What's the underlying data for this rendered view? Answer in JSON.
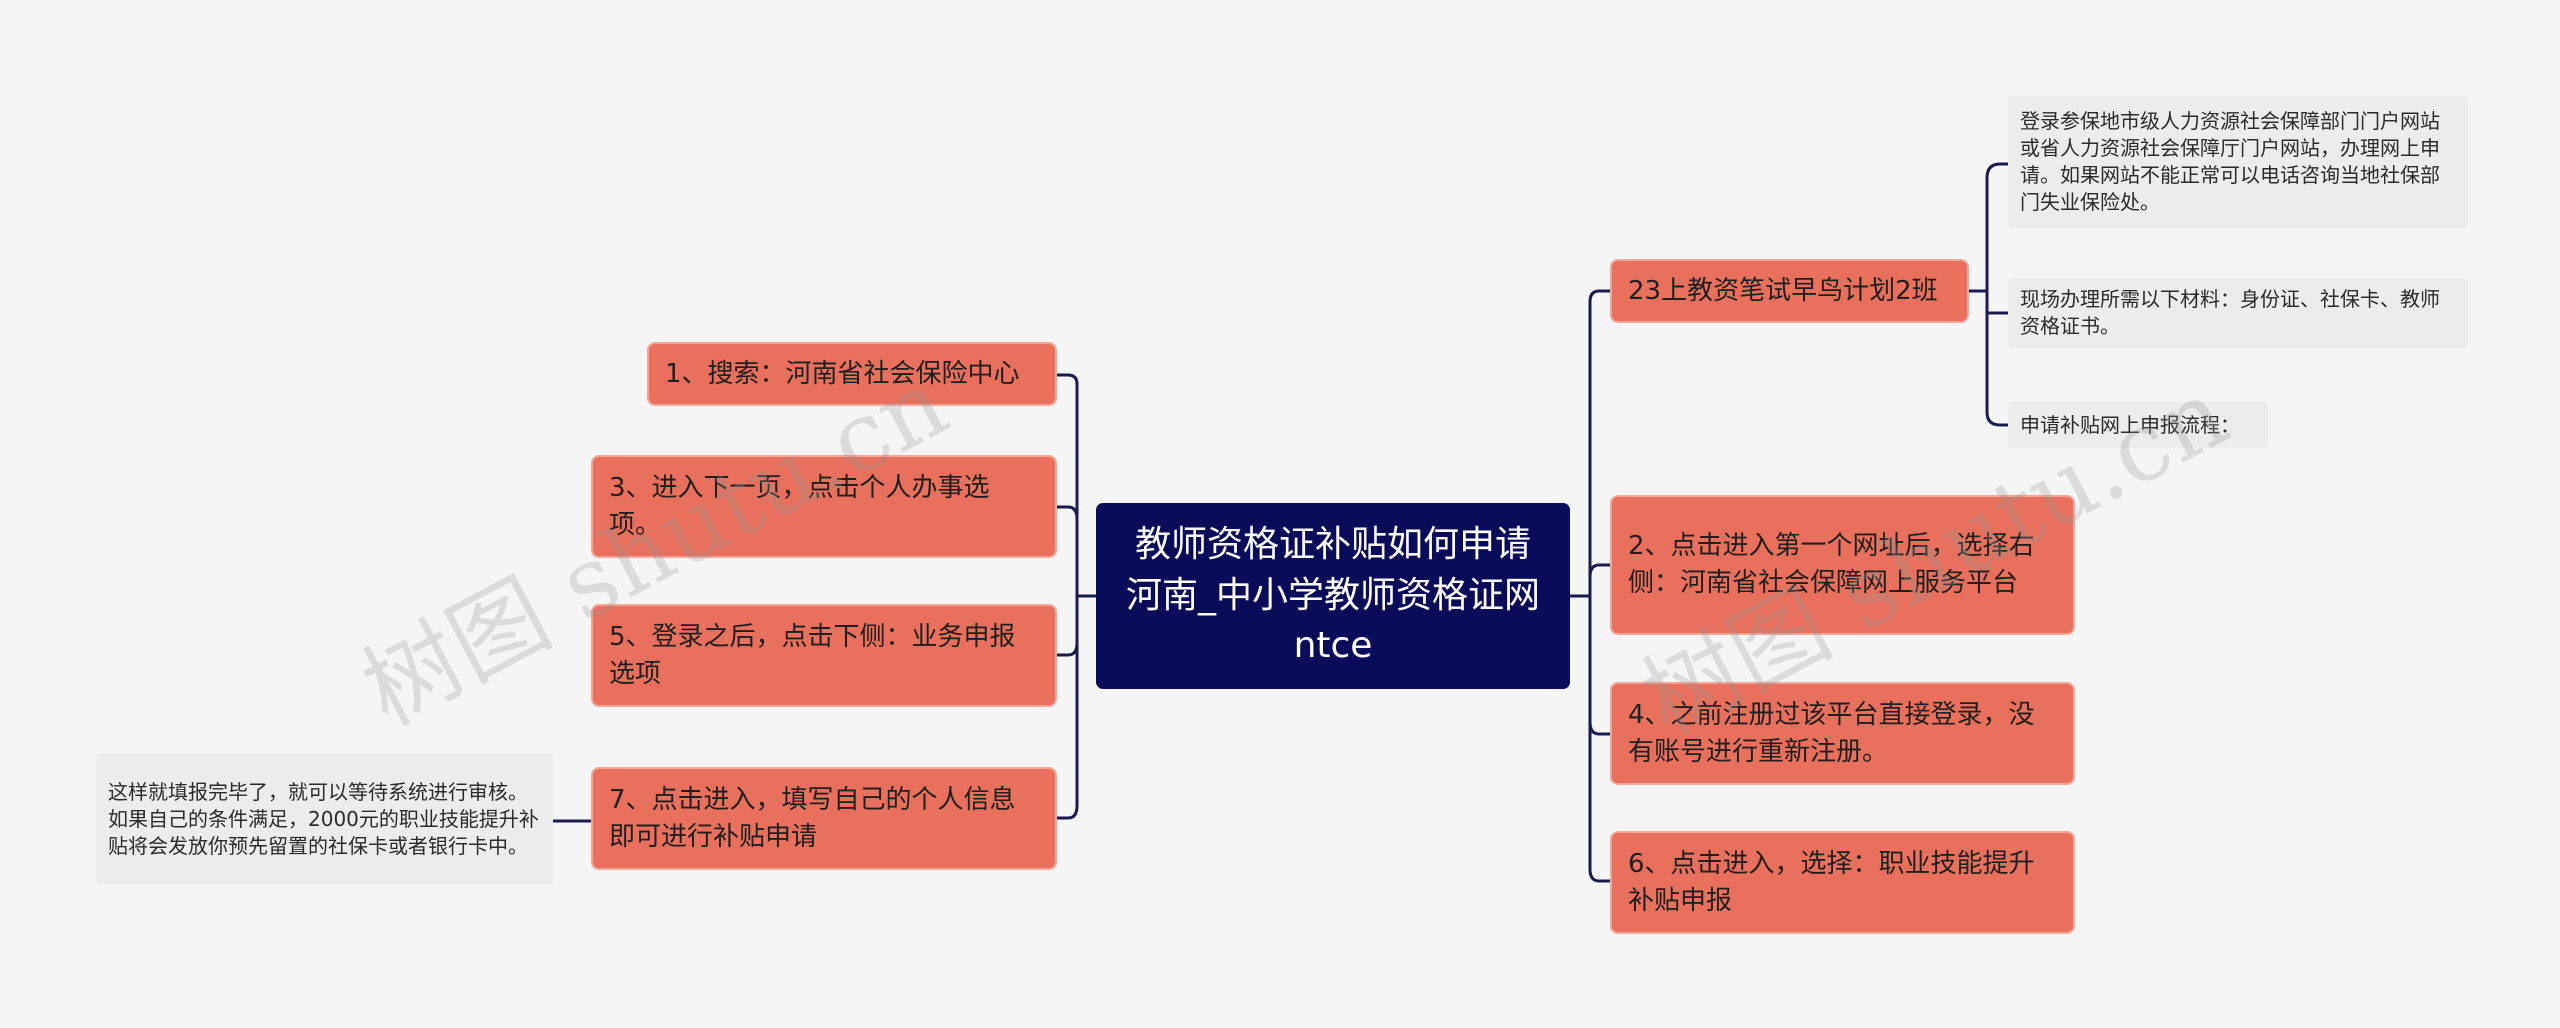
{
  "root": {
    "title": "教师资格证补贴如何申请河南_中小学教师资格证网ntce"
  },
  "left": [
    {
      "id": "L1",
      "label": "1、搜索：河南省社会保险中心"
    },
    {
      "id": "L2",
      "label": "3、进入下一页，点击个人办事选项。"
    },
    {
      "id": "L3",
      "label": "5、登录之后，点击下侧：业务申报选项"
    },
    {
      "id": "L4",
      "label": "7、点击进入，填写自己的个人信息即可进行补贴申请"
    }
  ],
  "left_notes": [
    {
      "id": "LN1",
      "label": "这样就填报完毕了，就可以等待系统进行审核。如果自己的条件满足，2000元的职业技能提升补贴将会发放你预先留置的社保卡或者银行卡中。"
    }
  ],
  "right": [
    {
      "id": "R1",
      "label": "23上教资笔试早鸟计划2班"
    },
    {
      "id": "R2",
      "label": "2、点击进入第一个网址后，选择右侧：河南省社会保障网上服务平台"
    },
    {
      "id": "R3",
      "label": "4、之前注册过该平台直接登录，没有账号进行重新注册。"
    },
    {
      "id": "R4",
      "label": "6、点击进入，选择：职业技能提升补贴申报"
    }
  ],
  "right_notes": [
    {
      "id": "RN1",
      "label": "登录参保地市级人力资源社会保障部门门户网站或省人力资源社会保障厅门户网站，办理网上申请。如果网站不能正常可以电话咨询当地社保部门失业保险处。"
    },
    {
      "id": "RN2",
      "label": "现场办理所需以下材料：身份证、社保卡、教师资格证书。"
    },
    {
      "id": "RN3",
      "label": "申请补贴网上申报流程："
    }
  ],
  "watermark": [
    "树图 shutu.cn",
    "树图 shutu.cn"
  ],
  "colors": {
    "root_fill": "#0a0c5a",
    "topic_fill": "#e8705c",
    "topic_border": "#f2a699",
    "note_fill": "#ececec",
    "connector": "#1a1a4e",
    "background": "#f5f5f5"
  }
}
